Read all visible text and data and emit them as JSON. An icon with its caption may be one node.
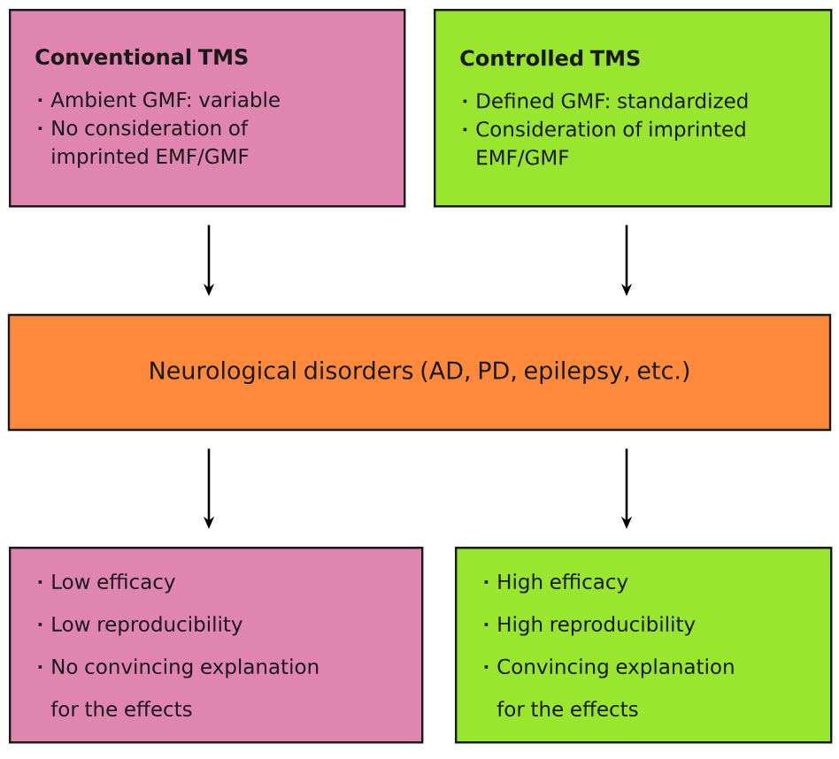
{
  "diagram": {
    "nodes": [
      {
        "text": [
          "Conventional TMS",
          "Ambient GMF: variable",
          "No consideration of imprinted EMF/GMF"
        ]
      },
      {
        "text": [
          "Controlled TMS",
          "Defined GMF: standardized",
          "Consideration of imprinted EMF/GMF"
        ]
      },
      {
        "text": [
          "Neurological disorders (AD, PD, epilepsy, etc.)"
        ]
      },
      {
        "text": [
          "Low efficacy",
          "Low reproducibility",
          "No convincing explanation for the effects"
        ]
      },
      {
        "text": [
          "High efficacy",
          "High reproducibility",
          "Convincing explanation for the effects"
        ]
      }
    ],
    "edges": [
      {
        "from": 0,
        "to": 2,
        "arrow": "to"
      },
      {
        "from": 1,
        "to": 2,
        "arrow": "to"
      },
      {
        "from": 2,
        "to": 3,
        "arrow": "to"
      },
      {
        "from": 2,
        "to": 4,
        "arrow": "to"
      }
    ]
  }
}
